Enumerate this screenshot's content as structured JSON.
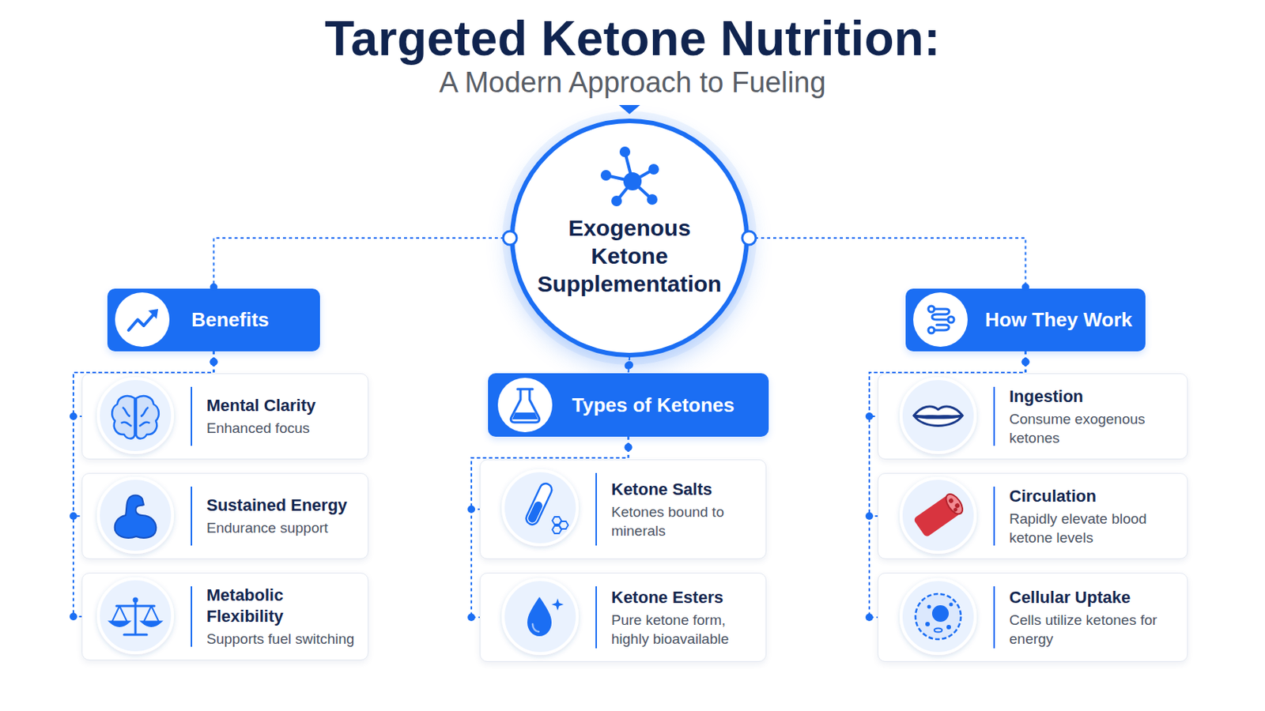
{
  "diagram": {
    "title": "Targeted Ketone Nutrition:",
    "nodes": [
      {
        "text": [
          "Exogenous Ketone Supplementation"
        ]
      },
      {
        "text": [
          "Benefits"
        ]
      },
      {
        "text": [
          "Mental Clarity",
          "Enhanced focus"
        ]
      },
      {
        "text": [
          "Sustained Energy",
          "Endurance support"
        ]
      },
      {
        "text": [
          "Metabolic Flexibility",
          "Supports fuel switching"
        ]
      },
      {
        "text": [
          "Types of Ketones"
        ]
      },
      {
        "text": [
          "Ketone Salts",
          "Ketones bound to minerals"
        ]
      },
      {
        "text": [
          "Ketone Esters",
          "Pure ketone form, highly bioavailable"
        ]
      },
      {
        "text": [
          "How They Work"
        ]
      },
      {
        "text": [
          "Ingestion",
          "Consume exogenous ketones"
        ]
      },
      {
        "text": [
          "Circulation",
          "Rapidly elevate blood ketone levels"
        ]
      },
      {
        "text": [
          "Cellular Uptake",
          "Cells utilize ketones for energy"
        ]
      }
    ],
    "edges": [
      {
        "from": 0,
        "to": 1,
        "arrow": "none"
      },
      {
        "from": 0,
        "to": 5,
        "arrow": "none"
      },
      {
        "from": 0,
        "to": 8,
        "arrow": "none"
      },
      {
        "from": 1,
        "to": 2,
        "arrow": "none"
      },
      {
        "from": 1,
        "to": 3,
        "arrow": "none"
      },
      {
        "from": 1,
        "to": 4,
        "arrow": "none"
      },
      {
        "from": 5,
        "to": 6,
        "arrow": "none"
      },
      {
        "from": 5,
        "to": 7,
        "arrow": "none"
      },
      {
        "from": 8,
        "to": 9,
        "arrow": "none"
      },
      {
        "from": 8,
        "to": 10,
        "arrow": "none"
      },
      {
        "from": 8,
        "to": 11,
        "arrow": "none"
      }
    ],
    "labels": [
      "A Modern Approach to Fueling"
    ]
  }
}
